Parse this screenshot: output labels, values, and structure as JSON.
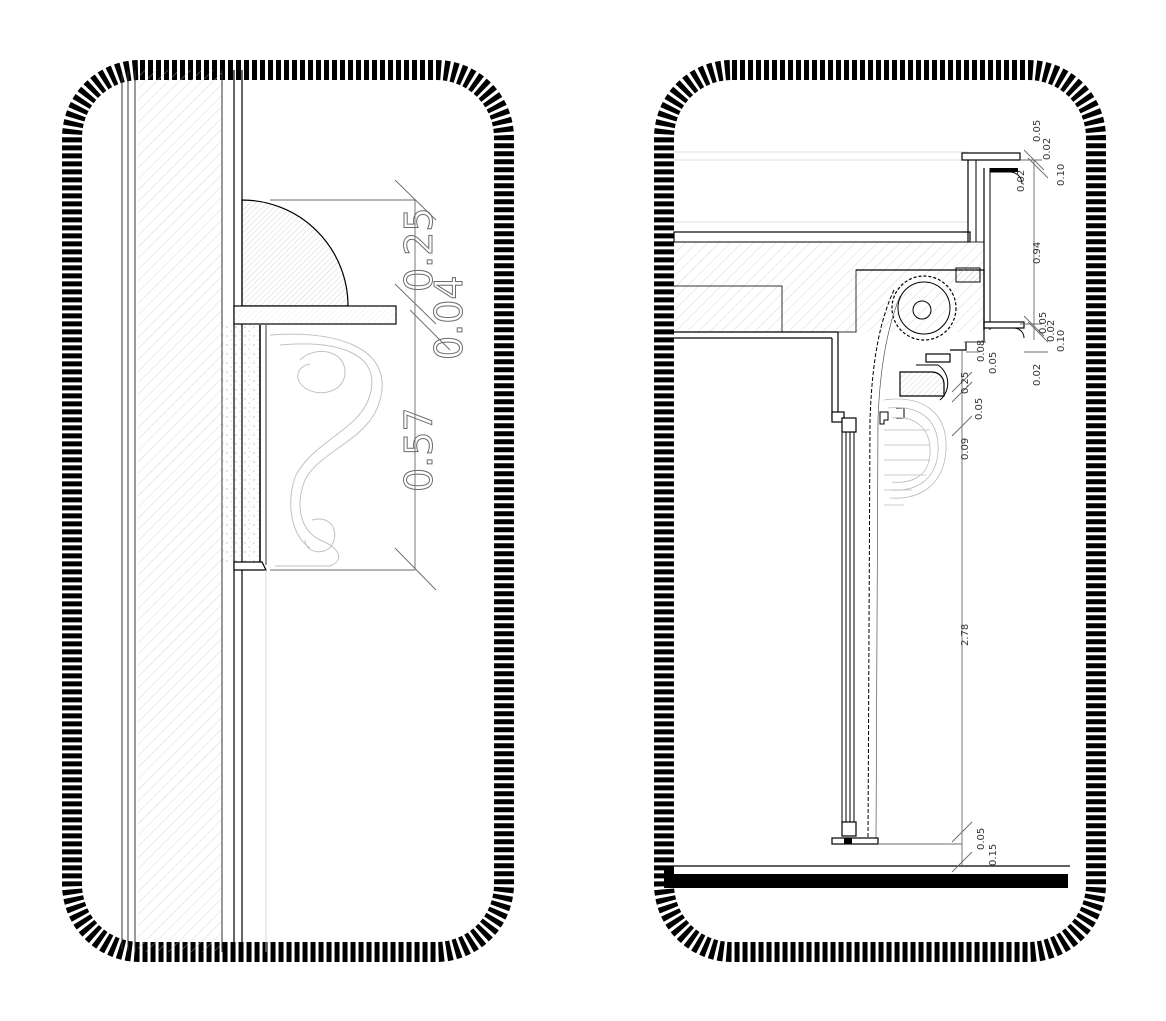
{
  "colors": {
    "ink": "#000000",
    "line": "#333333",
    "faint": "#b5b5b5",
    "paper": "#ffffff"
  },
  "left_detail": {
    "dimensions": {
      "top": "0.25",
      "mid": "0.04",
      "big": "0.57"
    }
  },
  "right_detail": {
    "dimensions": {
      "top_a": "0.05",
      "top_b": "0.02",
      "top_c": "0.10",
      "top_d": "0.02",
      "mid_94": "0.94",
      "mid_05": "0.05",
      "mid_02": "0.02",
      "mid_10": "0.10",
      "mid_02b": "0.02",
      "col_008": "0.08",
      "col_005": "0.05",
      "col_025": "0.25",
      "col_005b": "0.05",
      "col_009": "0.09",
      "main_278": "2.78",
      "bot_005": "0.05",
      "bot_015": "0.15"
    }
  }
}
